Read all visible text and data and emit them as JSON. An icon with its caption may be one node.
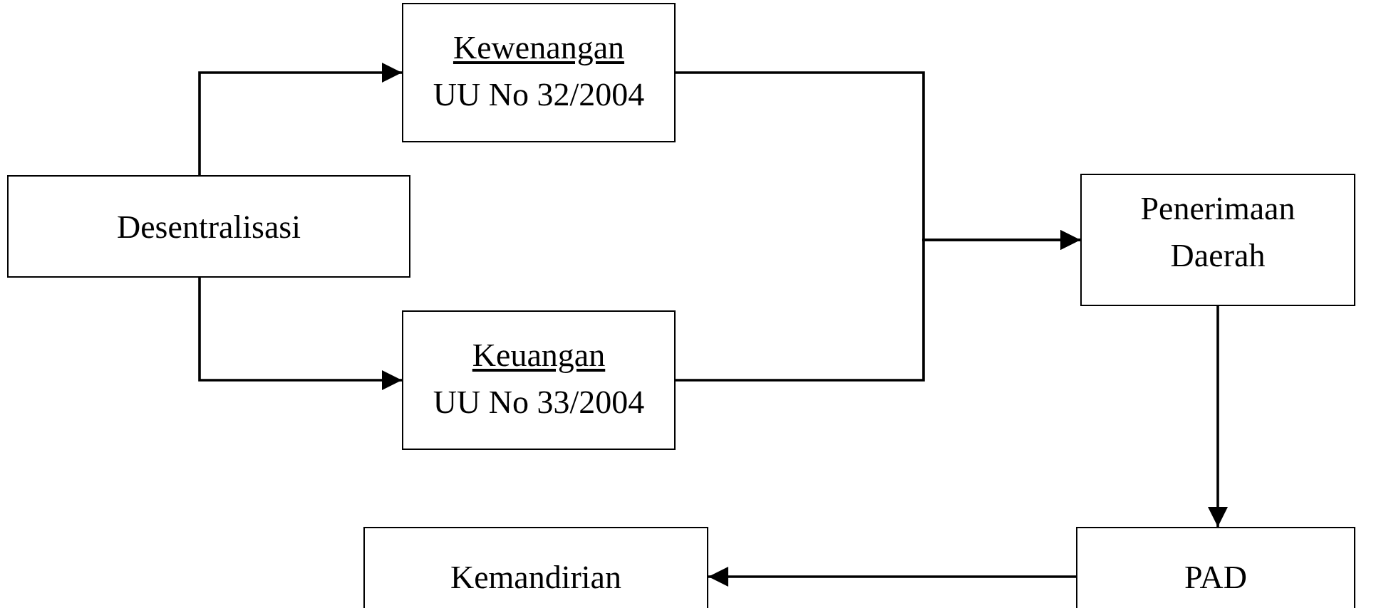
{
  "diagram": {
    "nodes": [
      {
        "text": [
          "Desentralisasi"
        ]
      },
      {
        "text": [
          "Kewenangan",
          "UU No 32/2004"
        ]
      },
      {
        "text": [
          "Keuangan",
          "UU No 33/2004"
        ]
      },
      {
        "text": [
          "Penerimaan Daerah"
        ]
      },
      {
        "text": [
          "PAD"
        ]
      },
      {
        "text": [
          "Kemandirian"
        ]
      }
    ],
    "edges": [
      {
        "from": 0,
        "to": 1,
        "arrow": "to"
      },
      {
        "from": 0,
        "to": 2,
        "arrow": "to"
      },
      {
        "from": 1,
        "to": 3,
        "arrow": "to"
      },
      {
        "from": 2,
        "to": 3,
        "arrow": "to"
      },
      {
        "from": 3,
        "to": 4,
        "arrow": "to"
      },
      {
        "from": 4,
        "to": 5,
        "arrow": "to"
      }
    ]
  }
}
